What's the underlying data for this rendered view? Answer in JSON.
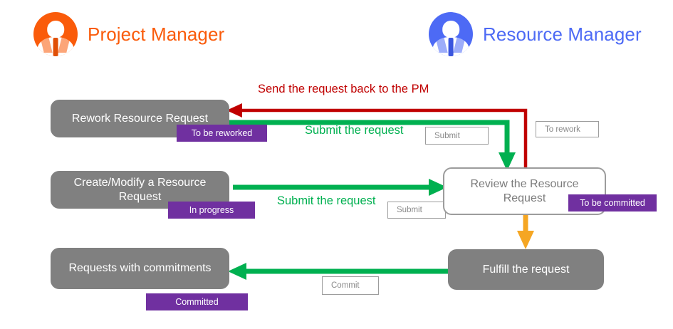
{
  "roles": [
    {
      "id": "project-manager",
      "label": "Project Manager",
      "color": "#fa5b0a",
      "avatar_icon": "person-avatar-icon"
    },
    {
      "id": "resource-manager",
      "label": "Resource Manager",
      "color": "#4d6af5",
      "avatar_icon": "person-avatar-icon"
    }
  ],
  "nodes": [
    {
      "id": "rework-resource-request",
      "label": "Rework Resource Request"
    },
    {
      "id": "create-modify-request",
      "label": "Create/Modify a Resource Request"
    },
    {
      "id": "requests-with-commitments",
      "label": "Requests with commitments"
    },
    {
      "id": "review-resource-request",
      "label": "Review the Resource Request"
    },
    {
      "id": "fulfill-the-request",
      "label": "Fulfill the request"
    }
  ],
  "badges": [
    {
      "id": "to-be-reworked",
      "label": "To be reworked",
      "color": "#7030a0"
    },
    {
      "id": "in-progress",
      "label": "In progress",
      "color": "#7030a0"
    },
    {
      "id": "committed",
      "label": "Committed",
      "color": "#7030a0"
    },
    {
      "id": "to-be-committed",
      "label": "To be committed",
      "color": "#7030a0"
    }
  ],
  "actions": [
    {
      "id": "submit-rework",
      "label": "Submit"
    },
    {
      "id": "to-rework",
      "label": "To rework"
    },
    {
      "id": "submit-create",
      "label": "Submit"
    },
    {
      "id": "commit",
      "label": "Commit"
    }
  ],
  "flow_labels": [
    {
      "id": "send-back-to-pm",
      "label": "Send the request back to the PM",
      "color": "#c00000"
    },
    {
      "id": "submit-request-top",
      "label": "Submit the request",
      "color": "#00b050"
    },
    {
      "id": "submit-request-mid",
      "label": "Submit the request",
      "color": "#00b050"
    }
  ],
  "colors": {
    "node_fill": "#808080",
    "node_outline": "#9c9c9c",
    "badge_purple": "#7030a0",
    "arrow_green": "#00b050",
    "arrow_red": "#c00000",
    "arrow_orange": "#f5a623",
    "pm_orange": "#fa5b0a",
    "rm_blue": "#4d6af5"
  },
  "connectors": [
    {
      "id": "rework-to-review-green",
      "color": "#00b050",
      "from": "rework-resource-request",
      "to": "review-resource-request"
    },
    {
      "id": "review-to-rework-red",
      "color": "#c00000",
      "from": "review-resource-request",
      "to": "rework-resource-request"
    },
    {
      "id": "create-to-review-green",
      "color": "#00b050",
      "from": "create-modify-request",
      "to": "review-resource-request"
    },
    {
      "id": "review-to-fulfill-orange",
      "color": "#f5a623",
      "from": "review-resource-request",
      "to": "fulfill-the-request"
    },
    {
      "id": "fulfill-to-requests-green",
      "color": "#00b050",
      "from": "fulfill-the-request",
      "to": "requests-with-commitments"
    }
  ]
}
